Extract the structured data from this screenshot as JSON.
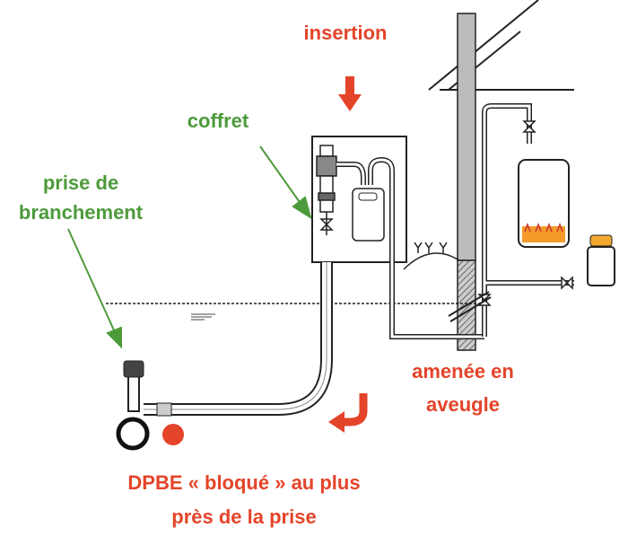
{
  "labels": {
    "insertion": "insertion",
    "coffret": "coffret",
    "prise_line1": "prise de",
    "prise_line2": "branchement",
    "amenee_line1": "amenée en",
    "amenee_line2": "aveugle",
    "dpbe_line1": "DPBE « bloqué » au plus",
    "dpbe_line2": "près de la prise"
  },
  "colors": {
    "red": "#e4442a",
    "green": "#4d9a3b",
    "line": "#222222"
  }
}
